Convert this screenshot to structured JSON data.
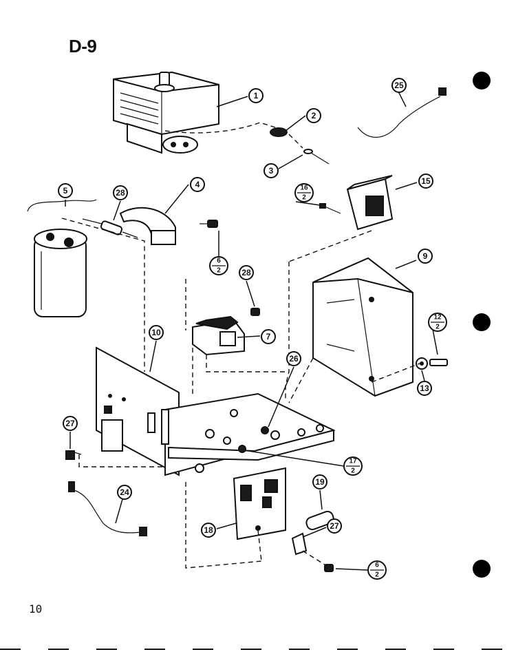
{
  "page": {
    "title": "D-9",
    "page_number": "10"
  },
  "callouts": {
    "c1": "1",
    "c2": "2",
    "c3": "3",
    "c4": "4",
    "c5": "5",
    "c7": "7",
    "c9": "9",
    "c10": "10",
    "c13": "13",
    "c15": "15",
    "c18": "18",
    "c19": "19",
    "c24": "24",
    "c25": "25",
    "c26": "26",
    "c27a": "27",
    "c27b": "27",
    "c28a": "28",
    "c28b": "28"
  },
  "fraction_callouts": {
    "f6a": {
      "top": "6",
      "bottom": "2"
    },
    "f6b": {
      "top": "6",
      "bottom": "2"
    },
    "f12": {
      "top": "12",
      "bottom": "2"
    },
    "f16": {
      "top": "16",
      "bottom": "2"
    },
    "f17": {
      "top": "17",
      "bottom": "2"
    }
  }
}
